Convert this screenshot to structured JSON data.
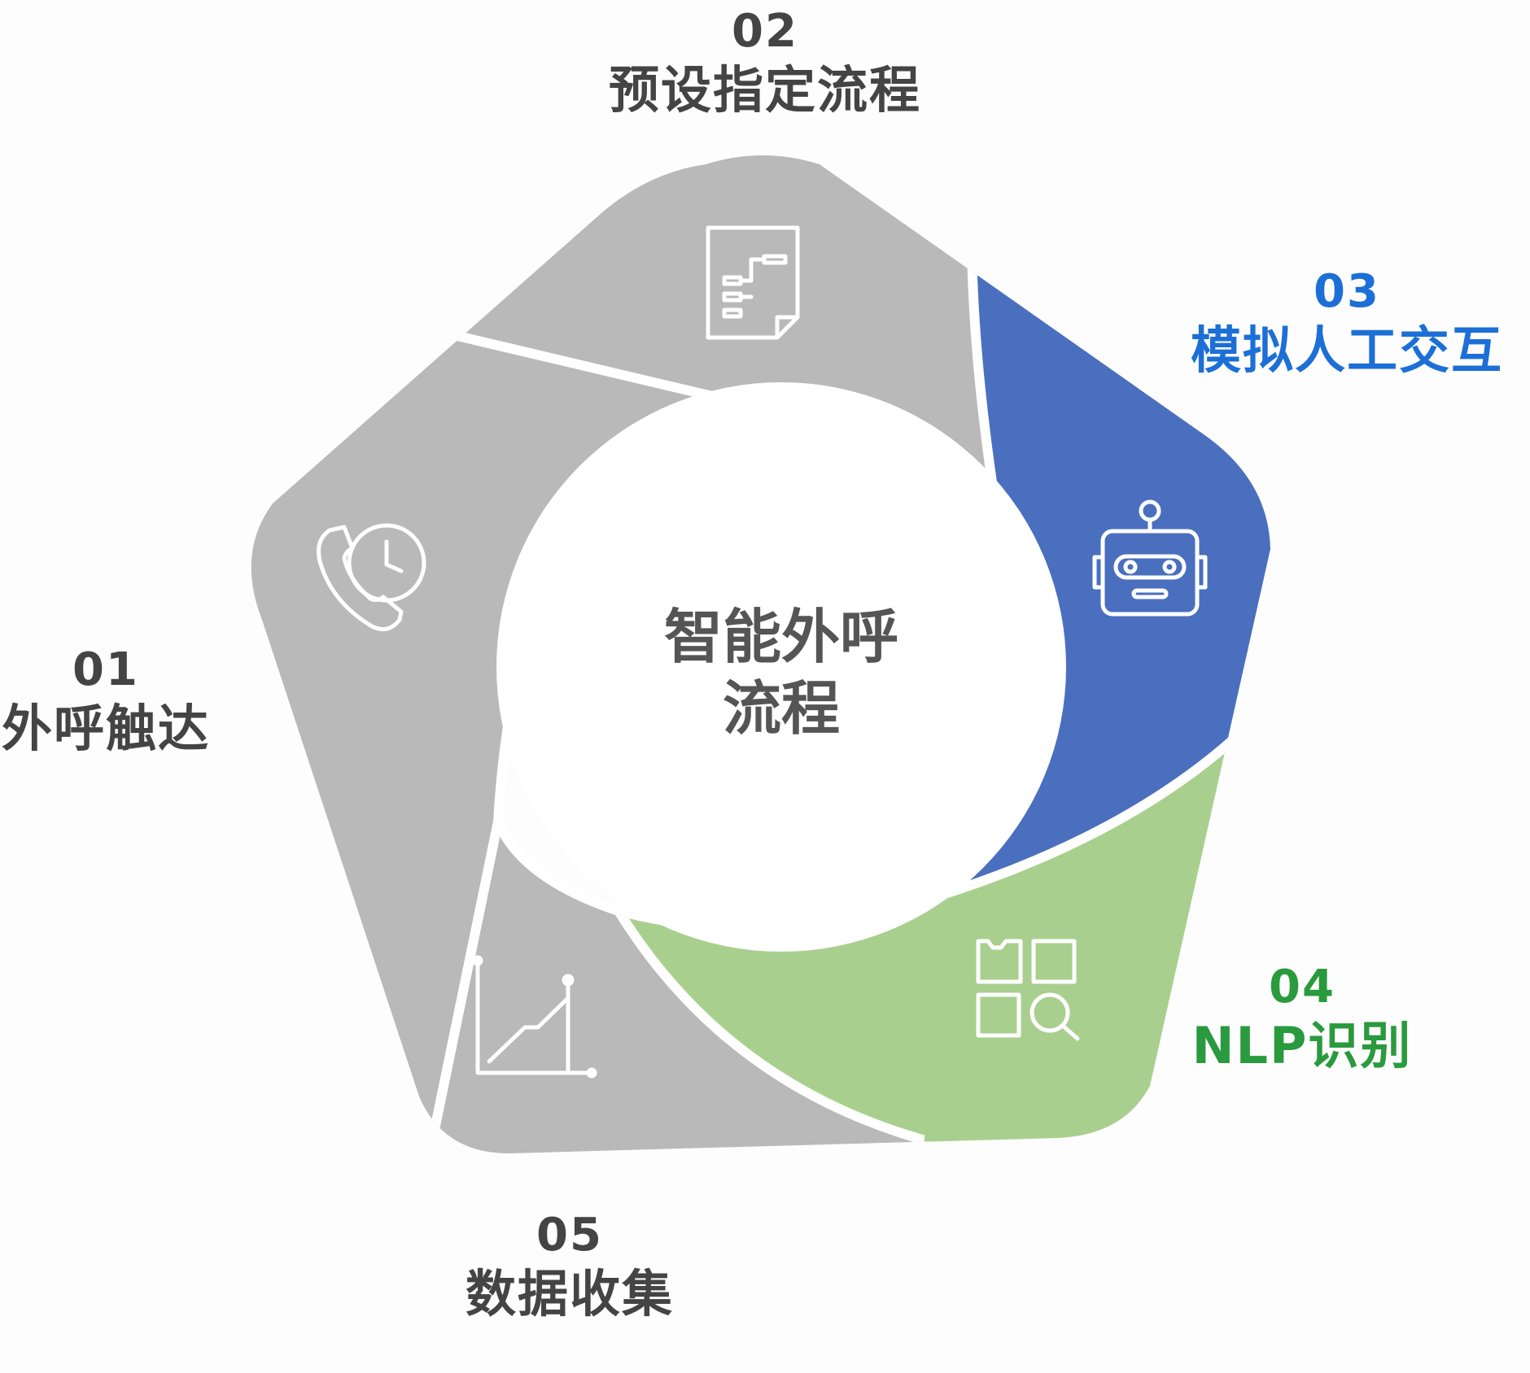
{
  "center": {
    "line1": "智能外呼",
    "line2": "流程"
  },
  "steps": [
    {
      "number": "01",
      "title": "外呼触达",
      "color": "#b9b9b9",
      "label_color": "#444444",
      "icon": "phone-clock-icon"
    },
    {
      "number": "02",
      "title": "预设指定流程",
      "color": "#b9b9b9",
      "label_color": "#444444",
      "icon": "flowchart-document-icon"
    },
    {
      "number": "03",
      "title": "模拟人工交互",
      "color": "#4a6fbe",
      "label_color": "#1c6fd6",
      "icon": "robot-icon"
    },
    {
      "number": "04",
      "title": "NLP识别",
      "color": "#a9cf8e",
      "label_color": "#2a9a3e",
      "icon": "grid-search-icon"
    },
    {
      "number": "05",
      "title": "数据收集",
      "color": "#b9b9b9",
      "label_color": "#444444",
      "icon": "line-chart-icon"
    }
  ],
  "divider_color": "#ffffff"
}
